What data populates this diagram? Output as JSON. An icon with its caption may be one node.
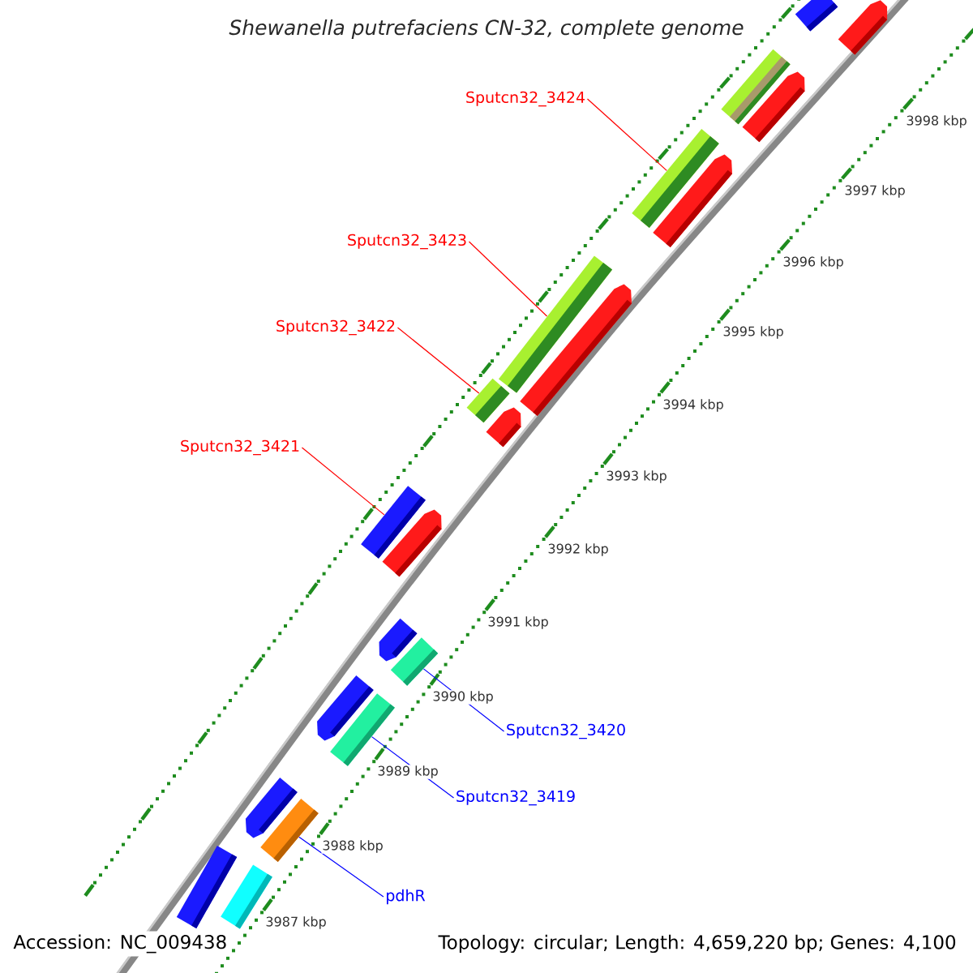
{
  "diagram": {
    "title": "Shewanella putrefaciens CN-32, complete genome",
    "nodes": [
      {
        "text": [
          "Sputcn32_3424"
        ]
      },
      {
        "text": [
          "Sputcn32_3423"
        ]
      },
      {
        "text": [
          "Sputcn32_3422"
        ]
      },
      {
        "text": [
          "Sputcn32_3421"
        ]
      },
      {
        "text": [
          "Sputcn32_3420"
        ]
      },
      {
        "text": [
          "Sputcn32_3419"
        ]
      },
      {
        "text": [
          "pdhR"
        ]
      },
      {
        "text": [],
        "shape": "bar"
      },
      {
        "text": [],
        "shape": "arrow"
      },
      {
        "text": [],
        "shape": "bar"
      },
      {
        "text": [],
        "shape": "arrow"
      },
      {
        "text": [],
        "shape": "bar"
      },
      {
        "text": [],
        "shape": "arrow"
      },
      {
        "text": [],
        "shape": "bar"
      },
      {
        "text": [],
        "shape": "arrow"
      },
      {
        "text": [],
        "shape": "bar"
      },
      {
        "text": [],
        "shape": "arrow"
      },
      {
        "text": [],
        "shape": "bar"
      },
      {
        "text": [],
        "shape": "arrow"
      },
      {
        "text": [],
        "shape": "arrow"
      },
      {
        "text": [],
        "shape": "bar"
      },
      {
        "text": [],
        "shape": "arrow"
      },
      {
        "text": [],
        "shape": "bar"
      },
      {
        "text": [],
        "shape": "arrow"
      },
      {
        "text": [],
        "shape": "bar"
      },
      {
        "text": [],
        "shape": "bar"
      },
      {
        "text": [],
        "shape": "bar"
      }
    ],
    "edges": [
      {
        "from": 0,
        "to": 11,
        "arrow": "none"
      },
      {
        "from": 1,
        "to": 13,
        "arrow": "none"
      },
      {
        "from": 2,
        "to": 15,
        "arrow": "none"
      },
      {
        "from": 3,
        "to": 17,
        "arrow": "none"
      },
      {
        "from": 4,
        "to": 20,
        "arrow": "none",
        "color": "#0000ff"
      },
      {
        "from": 5,
        "to": 22,
        "arrow": "none",
        "color": "#0000ff"
      },
      {
        "from": 6,
        "to": 24,
        "arrow": "none",
        "color": "#0000ff"
      }
    ],
    "labels": [
      "3998 kbp",
      "3997 kbp",
      "3996 kbp",
      "3995 kbp",
      "3994 kbp",
      "3993 kbp",
      "3992 kbp",
      "3991 kbp",
      "3990 kbp",
      "3989 kbp",
      "3988 kbp",
      "3987 kbp",
      "Accession: NC_009438",
      "Topology: circular; Length: 4,659,220 bp; Genes: 4,100"
    ]
  }
}
